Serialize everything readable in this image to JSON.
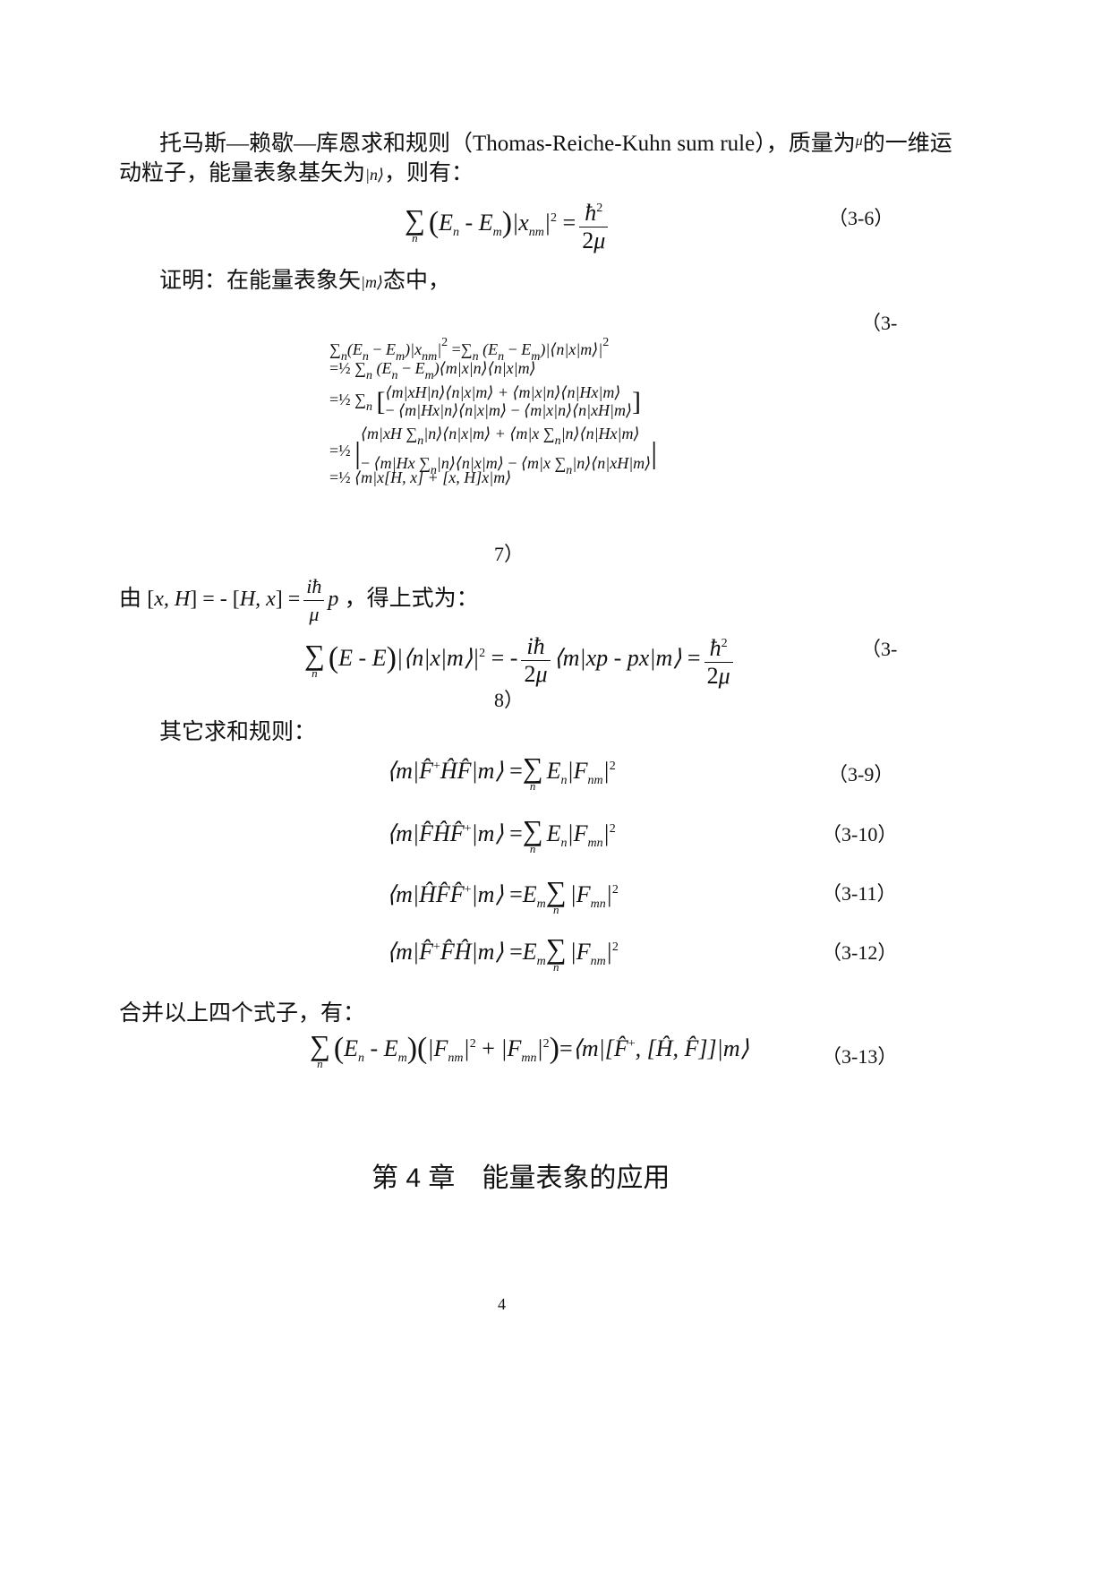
{
  "intro": {
    "line1": "托马斯—赖歇—库恩求和规则（Thomas-Reiche-Kuhn sum rule），质量为",
    "mass_symbol": "μ",
    "line1_tail": "的一维运",
    "line2_head": "动粒子，能量表象基矢为",
    "basis_ket": "|n⟩",
    "line2_tail": "，则有："
  },
  "eq_3_6": {
    "number": "（3-6）"
  },
  "proof": {
    "label": "证明：在能量表象矢",
    "ket": "|m⟩",
    "tail": "态中，"
  },
  "eq_3_7": {
    "number_part1": "（3-",
    "number_part2": "7）"
  },
  "from_line": {
    "head": "由",
    "tail": "，得上式为："
  },
  "eq_3_8": {
    "number_part1": "（3-",
    "number_part2": "8）"
  },
  "other_rules": {
    "label": "其它求和规则："
  },
  "eq_3_9": {
    "number": "（3-9）"
  },
  "eq_3_10": {
    "number": "（3-10）"
  },
  "eq_3_11": {
    "number": "（3-11）"
  },
  "eq_3_12": {
    "number": "（3-12）"
  },
  "combine": {
    "label": "合并以上四个式子，有："
  },
  "eq_3_13": {
    "number": "（3-13）"
  },
  "chapter": {
    "title": "第 4 章　能量表象的应用"
  },
  "footer": {
    "page_number": "4"
  }
}
